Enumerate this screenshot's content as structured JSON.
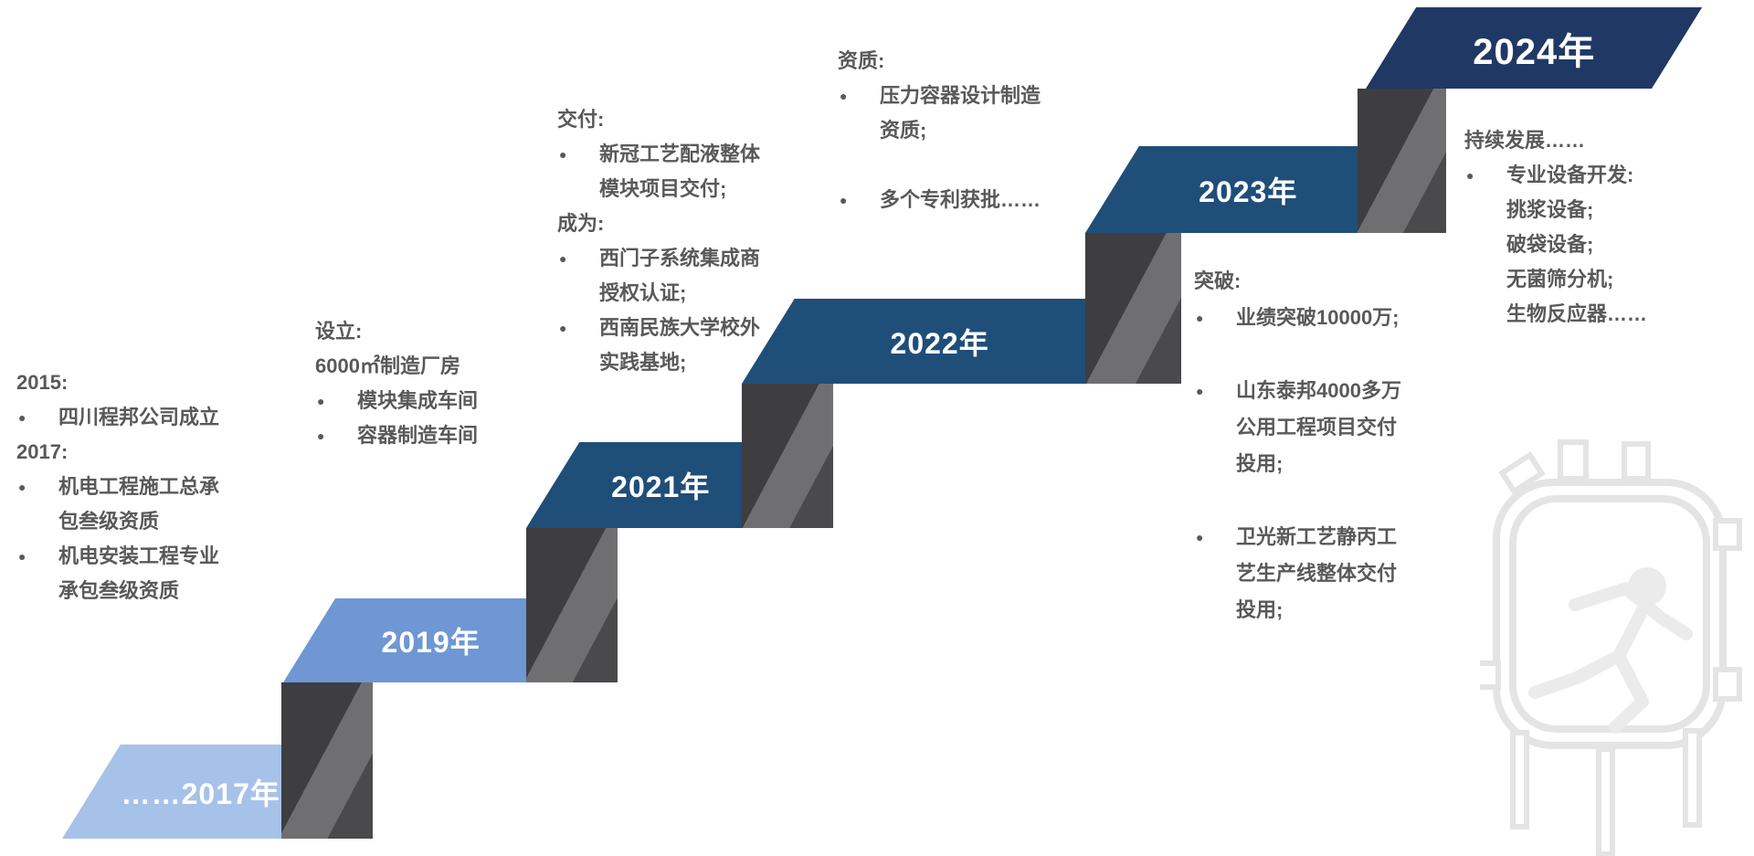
{
  "colors": {
    "step_2017": "#a7c2e8",
    "step_2019": "#6e97d4",
    "step_mid_years": "#1f4e79",
    "step_2024": "#203864",
    "riser_dark": "#3e3e41",
    "riser_mid": "#6f6f72",
    "riser_shadow": "#4a4a4d",
    "body_text": "#595959",
    "year_text": "#ffffff"
  },
  "bullet_glyph": "●",
  "steps": [
    {
      "label": "……2017年",
      "color": "#a7c2e8"
    },
    {
      "label": "2019年",
      "color": "#6e97d4"
    },
    {
      "label": "2021年",
      "color": "#1f4e79"
    },
    {
      "label": "2022年",
      "color": "#1f4e79"
    },
    {
      "label": "2023年",
      "color": "#1f4e79"
    },
    {
      "label": "2024年",
      "color": "#203864"
    }
  ],
  "notes": [
    {
      "id": "milestones-2015-2017",
      "lines": [
        {
          "t": "h",
          "text": "2015:"
        },
        {
          "t": "b",
          "text": "四川程邦公司成立"
        },
        {
          "t": "h",
          "text": "2017:"
        },
        {
          "t": "b",
          "text": "机电工程施工总承"
        },
        {
          "t": "c",
          "text": "包叁级资质"
        },
        {
          "t": "b",
          "text": "机电安装工程专业"
        },
        {
          "t": "c",
          "text": "承包叁级资质"
        }
      ]
    },
    {
      "id": "milestones-2019",
      "lines": [
        {
          "t": "h",
          "text": "设立:"
        },
        {
          "t": "h",
          "text": "6000㎡制造厂房"
        },
        {
          "t": "b",
          "text": "模块集成车间"
        },
        {
          "t": "b",
          "text": "容器制造车间"
        }
      ]
    },
    {
      "id": "milestones-2021",
      "lines": [
        {
          "t": "h",
          "text": "交付:"
        },
        {
          "t": "b",
          "text": "新冠工艺配液整体"
        },
        {
          "t": "c",
          "text": "模块项目交付;"
        },
        {
          "t": "h",
          "text": "成为:"
        },
        {
          "t": "b",
          "text": "西门子系统集成商"
        },
        {
          "t": "c",
          "text": "授权认证;"
        },
        {
          "t": "b",
          "text": "西南民族大学校外"
        },
        {
          "t": "c",
          "text": "实践基地;"
        }
      ]
    },
    {
      "id": "milestones-2022",
      "lines": [
        {
          "t": "h",
          "text": "资质:"
        },
        {
          "t": "b",
          "text": "压力容器设计制造"
        },
        {
          "t": "c",
          "text": "资质;"
        },
        {
          "t": "b",
          "text": "多个专利获批……",
          "gap": true
        }
      ]
    },
    {
      "id": "milestones-2023",
      "lines": [
        {
          "t": "h",
          "text": "突破:"
        },
        {
          "t": "b",
          "text": "业绩突破10000万;"
        },
        {
          "t": "b",
          "text": "山东泰邦4000多万",
          "gap": true
        },
        {
          "t": "c",
          "text": "公用工程项目交付"
        },
        {
          "t": "c",
          "text": "投用;"
        },
        {
          "t": "b",
          "text": "卫光新工艺静丙工",
          "gap": true
        },
        {
          "t": "c",
          "text": "艺生产线整体交付"
        },
        {
          "t": "c",
          "text": "投用;"
        }
      ]
    },
    {
      "id": "milestones-2024",
      "lines": [
        {
          "t": "h",
          "text": "持续发展……"
        },
        {
          "t": "b",
          "text": "专业设备开发:"
        },
        {
          "t": "c",
          "text": "挑浆设备;"
        },
        {
          "t": "c",
          "text": "破袋设备;"
        },
        {
          "t": "c",
          "text": "无菌筛分机;"
        },
        {
          "t": "c",
          "text": "生物反应器……"
        }
      ]
    }
  ],
  "watermark": {
    "name": "vessel-runner-watermark"
  }
}
